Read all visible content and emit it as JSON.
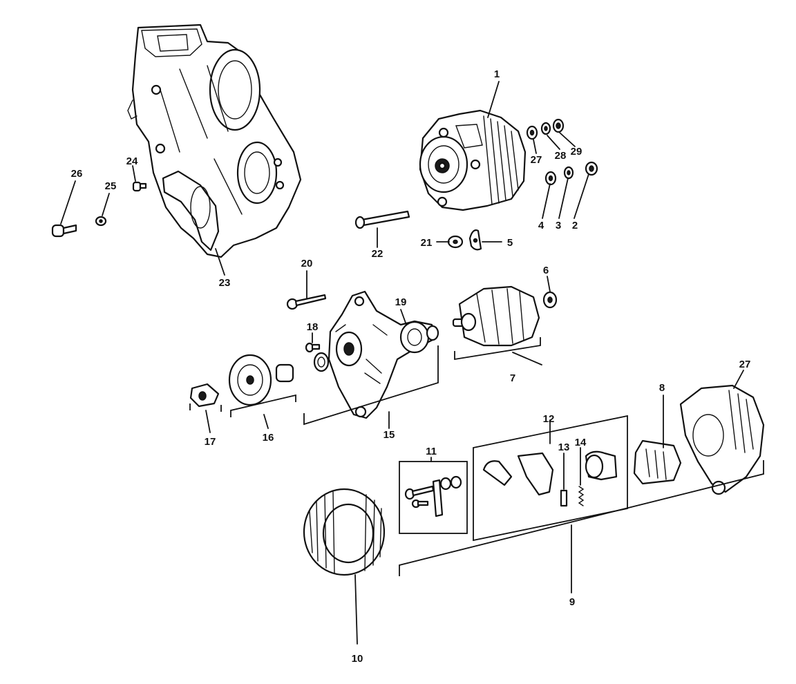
{
  "callouts": {
    "c1": "1",
    "c2": "2",
    "c3": "3",
    "c4": "4",
    "c5": "5",
    "c6": "6",
    "c7": "7",
    "c8": "8",
    "c9": "9",
    "c10": "10",
    "c11": "11",
    "c12": "12",
    "c13": "13",
    "c14": "14",
    "c15": "15",
    "c16": "16",
    "c17": "17",
    "c18": "18",
    "c19": "19",
    "c20": "20",
    "c21": "21",
    "c22": "22",
    "c23": "23",
    "c24": "24",
    "c25": "25",
    "c26": "26",
    "c27a": "27",
    "c27b": "27",
    "c28": "28",
    "c29": "29"
  },
  "colors": {
    "line": "#111111",
    "background": "#ffffff"
  }
}
